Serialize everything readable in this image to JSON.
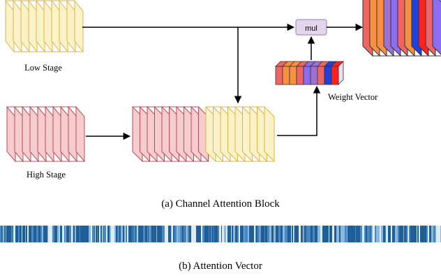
{
  "diagram": {
    "low_stage_label": "Low Stage",
    "high_stage_label": "High Stage",
    "weight_vector_label": "Weight Vector",
    "mul_label": "mul"
  },
  "captions": {
    "a": "(a) Channel Attention Block",
    "b": "(b) Attention Vector"
  },
  "colors": {
    "low_stage_fill": "#fbf2c8",
    "low_stage_stroke": "#d9b54a",
    "high_stage_fill": "#f6cccc",
    "high_stage_stroke": "#b74c58",
    "mul_fill": "#e2d6ea",
    "mul_stroke": "#9c7cab",
    "attention_dark": "#1f5f97",
    "attention_light": "#dcecf7",
    "weight_vector_colors": [
      "#f06464",
      "#f89040",
      "#f89040",
      "#f06464",
      "#8c6cf0",
      "#a070d0",
      "#f06464",
      "#2040e0",
      "#ff2020"
    ],
    "output_colors": [
      "#f06464",
      "#f89040",
      "#f89040",
      "#a070d0",
      "#8c6cf0",
      "#f06464",
      "#f89040",
      "#2040e0",
      "#ff2020",
      "#f06464",
      "#8c6cf0"
    ]
  }
}
